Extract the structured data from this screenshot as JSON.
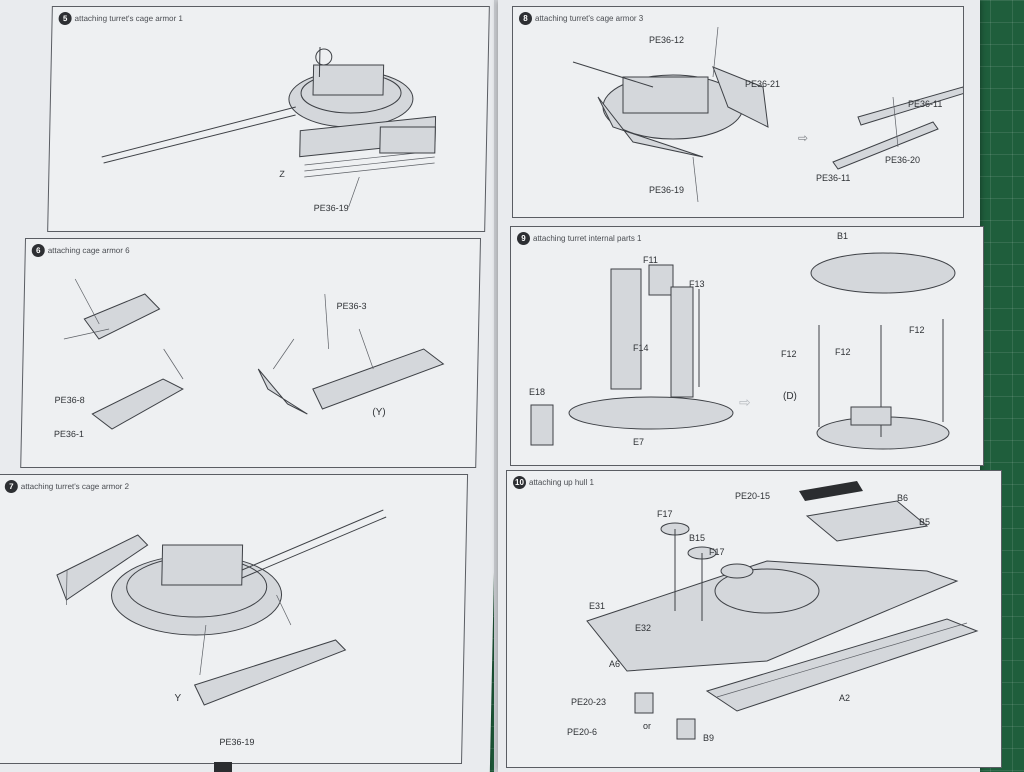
{
  "panels": [
    {
      "num": "5",
      "title": "attaching turret's cage armor 1",
      "labels": [
        "Z",
        "PE36-19"
      ]
    },
    {
      "num": "6",
      "title": "attaching cage armor 6",
      "labels": [
        "PE36-8",
        "PE36-1",
        "PE36-3",
        "(Y)"
      ]
    },
    {
      "num": "7",
      "title": "attaching turret's cage armor 2",
      "labels": [
        "Y",
        "PE36-19"
      ]
    },
    {
      "num": "8",
      "title": "attaching turret's cage armor 3",
      "labels": [
        "PE36-12",
        "PE36-21",
        "PE36-11",
        "PE36-20",
        "PE36-11",
        "PE36-19"
      ]
    },
    {
      "num": "9",
      "title": "attaching turret internal parts 1",
      "labels": [
        "B1",
        "F11",
        "F13",
        "F14",
        "E18",
        "E7",
        "(D)",
        "F12",
        "F12",
        "F12"
      ]
    },
    {
      "num": "10",
      "title": "attaching up hull 1",
      "labels": [
        "PE20-15",
        "B6",
        "B5",
        "F17",
        "B15",
        "F17",
        "E31",
        "E32",
        "A6",
        "A2",
        "PE20-23",
        "PE20-6",
        "or",
        "B9"
      ]
    }
  ],
  "colors": {
    "mat": "#1f5e3c",
    "paper": "#e9ebee",
    "ink": "#3e4146"
  }
}
